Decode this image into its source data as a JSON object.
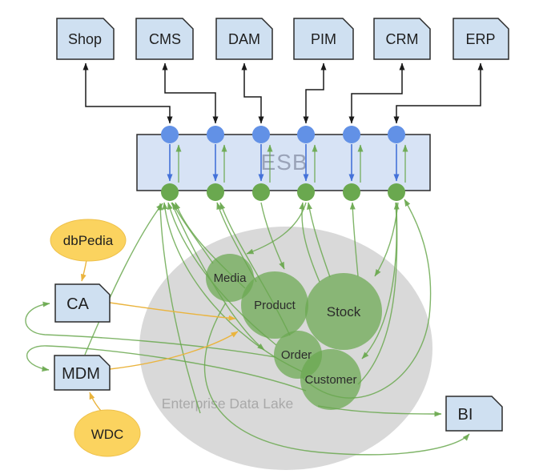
{
  "systems": [
    {
      "label": "Shop"
    },
    {
      "label": "CMS"
    },
    {
      "label": "DAM"
    },
    {
      "label": "PIM"
    },
    {
      "label": "CRM"
    },
    {
      "label": "ERP"
    }
  ],
  "esb": {
    "label": "ESB"
  },
  "sources": [
    {
      "label": "dbPedia"
    },
    {
      "label": "WDC"
    }
  ],
  "hubs": [
    {
      "label": "CA"
    },
    {
      "label": "MDM"
    },
    {
      "label": "BI"
    }
  ],
  "lake": {
    "label": "Enterprise Data Lake",
    "domains": [
      {
        "label": "Media"
      },
      {
        "label": "Product"
      },
      {
        "label": "Stock"
      },
      {
        "label": "Order"
      },
      {
        "label": "Customer"
      }
    ]
  },
  "edges": [
    {
      "from": "ESB",
      "to": "Shop",
      "color": "black",
      "bidirectional": true
    },
    {
      "from": "ESB",
      "to": "CMS",
      "color": "black",
      "bidirectional": true
    },
    {
      "from": "ESB",
      "to": "DAM",
      "color": "black",
      "bidirectional": true
    },
    {
      "from": "ESB",
      "to": "PIM",
      "color": "black",
      "bidirectional": true
    },
    {
      "from": "ESB",
      "to": "CRM",
      "color": "black",
      "bidirectional": true
    },
    {
      "from": "ESB",
      "to": "ERP",
      "color": "black",
      "bidirectional": true
    },
    {
      "from": "dbPedia",
      "to": "CA",
      "color": "yellow"
    },
    {
      "from": "WDC",
      "to": "MDM",
      "color": "yellow"
    },
    {
      "from": "CA",
      "to": "Product",
      "color": "yellow"
    },
    {
      "from": "MDM",
      "to": "Order",
      "color": "yellow"
    },
    {
      "from": "Media",
      "to": "ESB",
      "color": "green"
    },
    {
      "from": "Product",
      "to": "ESB",
      "color": "green"
    },
    {
      "from": "Order",
      "to": "ESB",
      "color": "green"
    },
    {
      "from": "Customer",
      "to": "ESB",
      "color": "green"
    },
    {
      "from": "Stock",
      "to": "ESB",
      "color": "green"
    },
    {
      "from": "MDM",
      "to": "ESB",
      "color": "green"
    },
    {
      "from": "ESB",
      "to": "Media",
      "color": "green"
    },
    {
      "from": "ESB",
      "to": "Product",
      "color": "green"
    },
    {
      "from": "ESB",
      "to": "Stock",
      "color": "green"
    },
    {
      "from": "ESB",
      "to": "Order",
      "color": "green"
    },
    {
      "from": "ESB",
      "to": "Customer",
      "color": "green"
    },
    {
      "from": "Order",
      "to": "CA",
      "color": "green"
    },
    {
      "from": "Customer",
      "to": "MDM",
      "color": "green"
    },
    {
      "from": "Customer",
      "to": "BI",
      "color": "green"
    },
    {
      "from": "Lake",
      "to": "BI",
      "color": "green"
    }
  ],
  "colors": {
    "system_fill": "#cfe0f1",
    "esb_fill": "#d7e3f5",
    "port_in": "#6291e6",
    "port_out": "#6aa84f",
    "lake_fill": "#d9d9d9",
    "domain_fill": "#6aa84f",
    "source_fill": "#fbd35f",
    "arrow_black": "#1a1a1a",
    "arrow_blue": "#4472d9",
    "arrow_green": "#6aa84f",
    "arrow_yellow": "#eab43e"
  }
}
